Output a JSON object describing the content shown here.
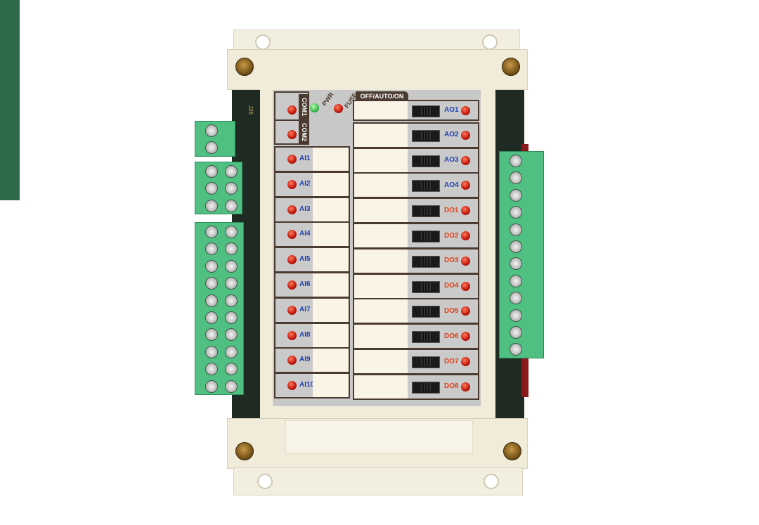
{
  "device": {
    "header_labels": {
      "com1": "COM1",
      "com2": "COM2",
      "pwr": "PWR",
      "fuse": "FUSE",
      "mode": "OFF/AUTO/ON"
    },
    "pcb_marking": "J26",
    "analog_inputs": [
      "AI1",
      "AI2",
      "AI3",
      "AI4",
      "AI5",
      "AI6",
      "AI7",
      "AI8",
      "AI9",
      "AI10"
    ],
    "outputs": [
      {
        "label": "AO1",
        "type": "analog"
      },
      {
        "label": "AO2",
        "type": "analog"
      },
      {
        "label": "AO3",
        "type": "analog"
      },
      {
        "label": "AO4",
        "type": "analog"
      },
      {
        "label": "DO1",
        "type": "digital"
      },
      {
        "label": "DO2",
        "type": "digital"
      },
      {
        "label": "DO3",
        "type": "digital"
      },
      {
        "label": "DO4",
        "type": "digital"
      },
      {
        "label": "DO5",
        "type": "digital"
      },
      {
        "label": "DO6",
        "type": "digital"
      },
      {
        "label": "DO7",
        "type": "digital"
      },
      {
        "label": "DO8",
        "type": "digital"
      }
    ],
    "colors": {
      "analog_label": "#1f3fb0",
      "digital_label": "#e0401a",
      "led_red": "#c0160c",
      "led_green": "#36b64a",
      "terminal_green": "#4fbf82"
    }
  }
}
